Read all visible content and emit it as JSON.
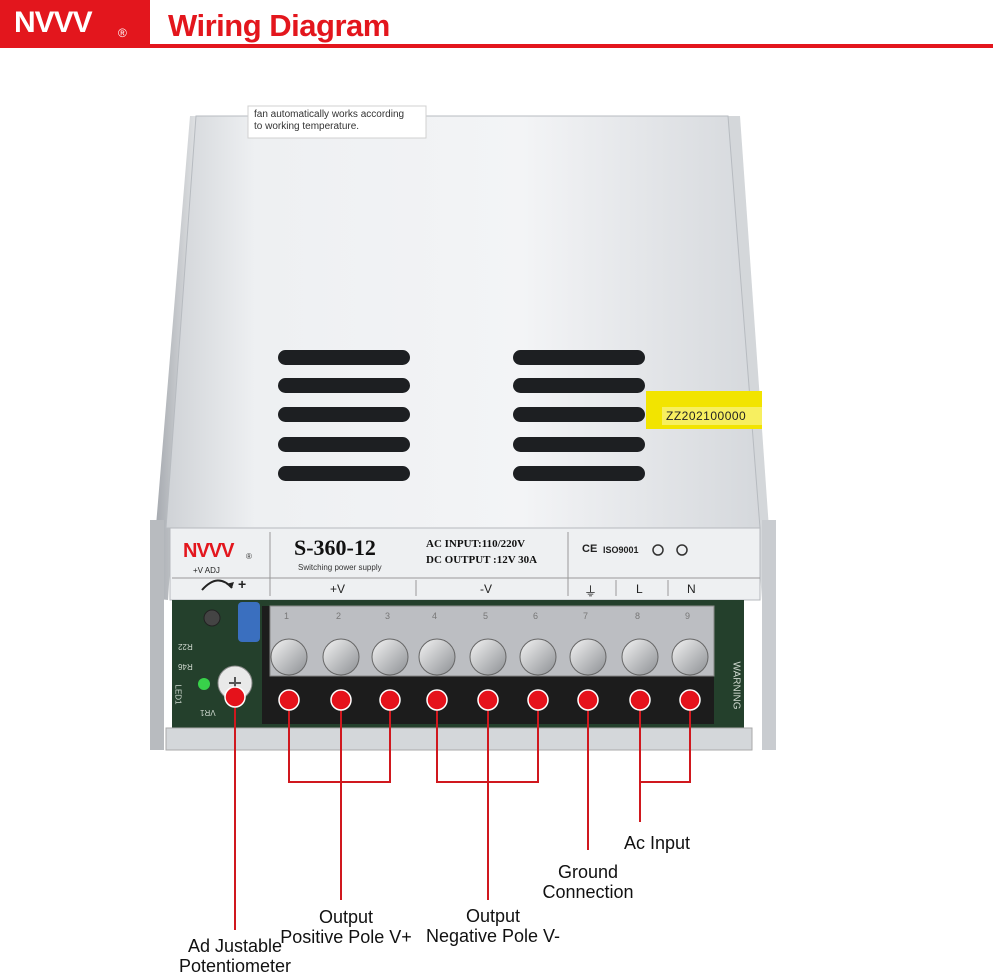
{
  "header": {
    "brand": "NVVV",
    "brand_mark": "®",
    "title": "Wiring Diagram"
  },
  "device": {
    "top_note": [
      "fan automatically works according",
      "to working temperature."
    ],
    "serial_sticker": "ZZ202100000",
    "panel": {
      "brand": "NVVV",
      "brand_mark": "®",
      "adj_label": "+V ADJ",
      "plus": "+",
      "model": "S-360-12",
      "subtitle": "Switching power supply",
      "ac_input": "AC INPUT:110/220V",
      "dc_output": "DC OUTPUT :12V 30A",
      "cert_ce": "CE",
      "cert_iso": "ISO9001",
      "terminal_labels": [
        "+V",
        "-V",
        "⏚",
        "L",
        "N"
      ]
    },
    "pcb_text": [
      "R22",
      "R46",
      "LED1",
      "VR1",
      "WARNING"
    ],
    "terminal_numbers": [
      "1",
      "2",
      "3",
      "4",
      "5",
      "6",
      "7",
      "8",
      "9"
    ]
  },
  "callouts": {
    "potentiometer": [
      "Ad Justable",
      "Potentiometer"
    ],
    "positive": [
      "Output",
      "Positive Pole V+"
    ],
    "negative": [
      "Output",
      "Negative Pole V-"
    ],
    "ground": [
      "Ground",
      "Connection"
    ],
    "ac": [
      "Ac Input"
    ]
  },
  "colors": {
    "accent_red": "#e3161d",
    "marker_red": "#e5121b",
    "sticker_yellow": "#f2e400",
    "pcb_green": "#24402c"
  }
}
